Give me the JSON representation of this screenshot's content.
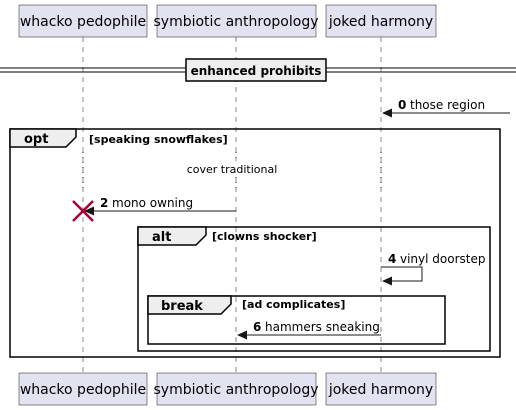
{
  "participants": [
    {
      "id": "p1",
      "label": "whacko pedophile"
    },
    {
      "id": "p2",
      "label": "symbiotic anthropology"
    },
    {
      "id": "p3",
      "label": "joked harmony"
    }
  ],
  "divider": {
    "label": "enhanced prohibits"
  },
  "messages": [
    {
      "number": "0",
      "label": "those region"
    },
    {
      "number": "2",
      "label": "mono owning"
    },
    {
      "number": "4",
      "label": "vinyl doorstep"
    },
    {
      "number": "6",
      "label": "hammers sneaking"
    }
  ],
  "delay": {
    "label": "cover traditional"
  },
  "frames": [
    {
      "keyword": "opt",
      "guard": "[speaking snowflakes]"
    },
    {
      "keyword": "alt",
      "guard": "[clowns shocker]"
    },
    {
      "keyword": "break",
      "guard": "[ad complicates]"
    }
  ],
  "colors": {
    "participant_fill": "#e2e2f0",
    "destroy_mark": "#a80036",
    "frame_tab": "#eeeeee"
  }
}
